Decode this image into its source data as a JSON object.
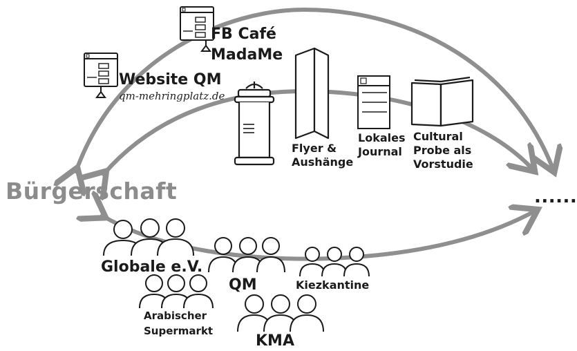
{
  "nodes": {
    "buergerschaft": "Bürgerschaft",
    "ellipsis": "......",
    "website_title": "Website QM",
    "website_url": "qm-mehringplatz.de",
    "fb_line1": "FB Café",
    "fb_line2": "MadaMe",
    "flyer_line1": "Flyer &",
    "flyer_line2": "Aushänge",
    "journal_line1": "Lokales",
    "journal_line2": "Journal",
    "cultural_line1": "Cultural",
    "cultural_line2": "Probe als",
    "cultural_line3": "Vorstudie",
    "globale": "Globale e.V.",
    "qm": "QM",
    "kiezkantine": "Kiezkantine",
    "arab_line1": "Arabischer",
    "arab_line2": "Supermarkt",
    "kma": "KMA"
  },
  "colors": {
    "arrow": "#8f8f8f",
    "stroke": "#1a1a1a"
  },
  "icons": [
    "monitor-icon",
    "advertising-column-icon",
    "flyer-icon",
    "journal-icon",
    "open-book-icon",
    "people-group-icon"
  ]
}
